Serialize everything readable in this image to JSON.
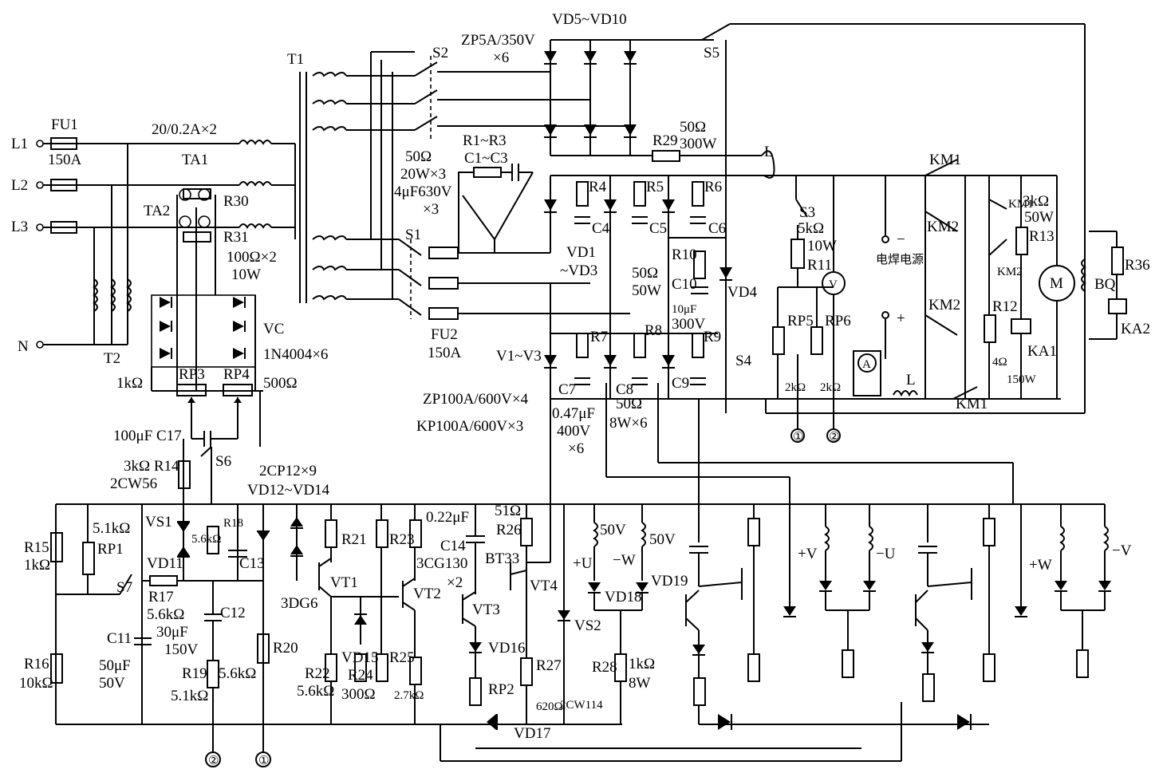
{
  "labels": {
    "l1": "L1",
    "l2": "L2",
    "l3": "L3",
    "n": "N",
    "fu1": "FU1",
    "fu1_rating": "150A",
    "ta_spec": "20/0.2A×2",
    "ta1": "TA1",
    "ta2": "TA2",
    "r30": "R30",
    "r31": "R31",
    "r30_31_val": "100Ω×2",
    "r30_31_pw": "10W",
    "t2": "T2",
    "vc": "VC",
    "vc_diode": "1N4004×6",
    "rp3": "RP3",
    "rp4": "RP4",
    "rp3_val": "1kΩ",
    "rp4_val": "500Ω",
    "c17": "100μF C17",
    "s6": "S6",
    "r14": "3kΩ R14",
    "cw56": "2CW56",
    "cp12": "2CP12×9",
    "vd12_14": "VD12~VD14",
    "t1": "T1",
    "s2": "S2",
    "s1": "S1",
    "fu2": "FU2",
    "fu2_rating": "150A",
    "vd5_10": "VD5~VD10",
    "zp5a": "ZP5A/350V",
    "x6a": "×6",
    "s5": "S5",
    "r1_3": "R1~R3",
    "c1_3": "C1~C3",
    "rc_val1": "50Ω",
    "rc_val2": "20W×3",
    "rc_val3": "4μF630V",
    "rc_val4": "×3",
    "r29": "R29",
    "r29_val": "50Ω",
    "r29_pw": "300W",
    "r4": "R4",
    "r5": "R5",
    "r6": "R6",
    "c4": "C4",
    "c5": "C5",
    "c6": "C6",
    "vd1_3": "VD1",
    "vd1_3b": "~VD3",
    "r10": "R10",
    "c10": "C10",
    "r10_val": "50Ω",
    "r10_pw": "50W",
    "c10_val": "10μF",
    "c10_v": "300V",
    "vd4": "VD4",
    "v1_3": "V1~V3",
    "r7": "R7",
    "r8": "R8",
    "r9": "R9",
    "c7": "C7",
    "c8": "C8",
    "c9": "C9",
    "zp100": "ZP100A/600V×4",
    "kp100": "KP100A/600V×3",
    "c_val": "0.47μF",
    "c_v": "400V",
    "c_x": "×6",
    "r_val": "50Ω",
    "r_pw": "8W×6",
    "inductor": "L",
    "s3": "S3",
    "r11_val": "5kΩ",
    "r11_pw": "10W",
    "r11": "R11",
    "rp5": "RP5",
    "rp6": "RP6",
    "rp5_val": "2kΩ",
    "rp6_val": "2kΩ",
    "s4": "S4",
    "meter_v": "V",
    "meter_a": "A",
    "weld_src": "电焊电源",
    "minus": "−",
    "plus": "+",
    "km1": "KM1",
    "km2": "KM2",
    "r13_val": "3kΩ",
    "r13_pw": "50W",
    "r13": "R13",
    "r12": "R12",
    "r12_val": "4Ω",
    "r12_pw": "150W",
    "motor": "M",
    "ka1": "KA1",
    "ka2": "KA2",
    "bq": "BQ",
    "r36": "R36",
    "node1": "①",
    "node2": "②",
    "r15": "R15",
    "r15_val": "1kΩ",
    "r16": "R16",
    "r16_val": "10kΩ",
    "rp1": "RP1",
    "rp1_val": "5.1kΩ",
    "s7": "S7",
    "vs1": "VS1",
    "vd11": "VD11",
    "r17": "R17",
    "r17_val": "5.6kΩ",
    "r18": "R18",
    "r18_val": "5.6kΩ",
    "c13": "C13",
    "c11": "C11",
    "c11_val": "50μF",
    "c11_v": "50V",
    "c12": "C12",
    "c12_val": "30μF",
    "c12_v": "150V",
    "r19": "R19",
    "r19_val": "5.1kΩ",
    "r19b": "5.6kΩ",
    "r20": "R20",
    "r21": "R21",
    "vt1": "VT1",
    "dg6": "3DG6",
    "vd15": "VD15",
    "r22": "R22",
    "r22_val": "5.6kΩ",
    "r24": "R24",
    "r24_val": "300Ω",
    "r23": "R23",
    "r25": "R25",
    "r25_val": "2.7kΩ",
    "vt2": "VT2",
    "vt3": "VT3",
    "cg130": "3CG130",
    "cg130x": "×2",
    "c14": "C14",
    "c14_val": "0.22μF",
    "r26": "R26",
    "r26_val": "51Ω",
    "bt33": "BT33",
    "vt4": "VT4",
    "vd16": "VD16",
    "rp2": "RP2",
    "r27": "R27",
    "r27_val": "620Ω",
    "vd17": "VD17",
    "vs2": "VS2",
    "cw114": "2CW114",
    "r28": "R28",
    "r28_val": "1kΩ",
    "r28_pw": "8W",
    "u_plus": "+U",
    "w_minus": "−W",
    "v50a": "50V",
    "v50b": "50V",
    "vd18": "VD18",
    "vd19": "VD19",
    "v_plus": "+V",
    "u_minus": "−U",
    "w_plus": "+W",
    "v_minus": "−V"
  }
}
